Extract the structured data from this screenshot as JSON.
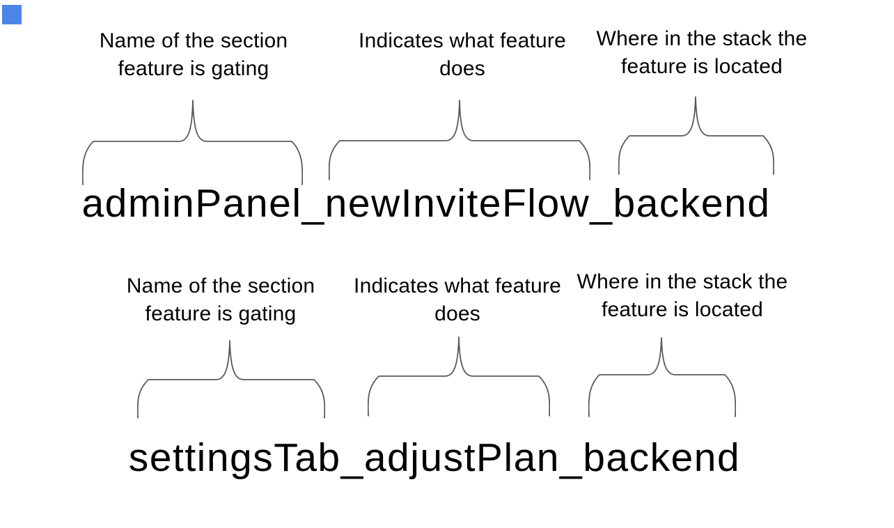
{
  "colors": {
    "background": "#ffffff",
    "text": "#000000",
    "brace": "#595959",
    "accent_square": "#4a86e8"
  },
  "annotation_labels": {
    "section": {
      "line1": "Name of the section",
      "line2": "feature is gating"
    },
    "feature": {
      "line1": "Indicates what feature",
      "line2": "does"
    },
    "stack": {
      "line1": "Where in the stack the",
      "line2": "feature is located"
    }
  },
  "examples": [
    {
      "flag_name": "adminPanel_newInviteFlow_backend"
    },
    {
      "flag_name": "settingsTab_adjustPlan_backend"
    }
  ]
}
